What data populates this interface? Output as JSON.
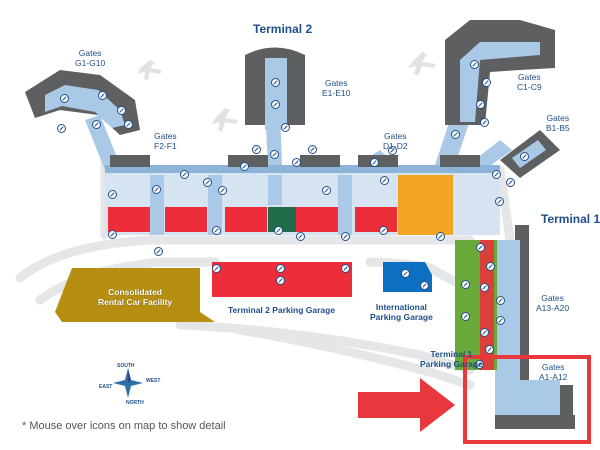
{
  "labels": {
    "terminal2": "Terminal 2",
    "terminal1": "Terminal 1",
    "gates_g": "Gates\nG1-G10",
    "gates_e": "Gates\nE1-E10",
    "gates_c": "Gates\nC1-C9",
    "gates_b": "Gates\nB1-B5",
    "gates_f": "Gates\nF2-F1",
    "gates_d": "Gates\nD1-D2",
    "gates_a13": "Gates\nA13-A20",
    "gates_a1": "Gates\nA1-A12",
    "rental": "Consolidated\nRental Car Facility",
    "t2_garage": "Terminal 2 Parking Garage",
    "intl_garage": "International\nParking Garage",
    "t1_garage": "Terminal 1\nParking Garage"
  },
  "compass": {
    "north": "NORTH",
    "south": "SOUTH",
    "east": "EAST",
    "west": "WEST"
  },
  "footnote": "* Mouse over icons on map to show detail",
  "colors": {
    "concourse": "#a9c9e6",
    "terminal_block": "#5d5f61",
    "security": "#ee2d3b",
    "road": "#e4e6e8",
    "rental": "#b58e12",
    "garage_red": "#ee2d3b",
    "garage_green": "#6aaa3a",
    "intl_blue": "#0d6fc1",
    "orange": "#f4a423",
    "highlight": "#e8383d",
    "label": "#1f4f8a"
  },
  "icons": [
    "restroom-icon",
    "elevator-icon",
    "shopping-icon",
    "dining-icon",
    "parking-icon",
    "airplane-icon",
    "compass-icon",
    "arrow-icon"
  ]
}
